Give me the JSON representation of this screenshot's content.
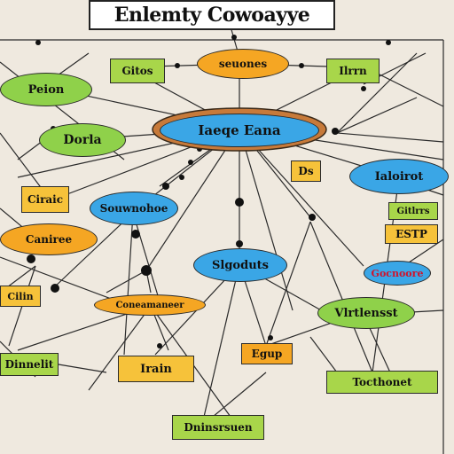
{
  "title": "Enlemty Cowoayye",
  "nodes": {
    "center": "Iaeqe Eana",
    "top_oval": "seuones",
    "top_left_rect": "Gitos",
    "top_right_rect": "Ilrrn",
    "left_green_oval": "Peion",
    "left_green_oval_2": "Dorla",
    "left_rect_1": "Ciraic",
    "left_orange_oval": "Caniree",
    "blue_mid_left": "Souwnohoe",
    "small_rect_right": "Ds",
    "right_blue_oval": "Ialoirot",
    "right_rect_green": "Gitlrrs",
    "right_rect_yellow": "ESTP",
    "blue_center": "Slgoduts",
    "right_blue_red": "Gocnoore",
    "left_rect_small": "Cilin",
    "orange_oval_center": "Coneamaneer",
    "green_oval_right": "Vlrtlensst",
    "orange_rect_right": "Egup",
    "left_rect_bottom": "Dinnelit",
    "yellow_rect_bottom": "Irain",
    "green_rect_right_bottom": "Tocthonet",
    "green_rect_bottom": "Dninsrsuen"
  }
}
